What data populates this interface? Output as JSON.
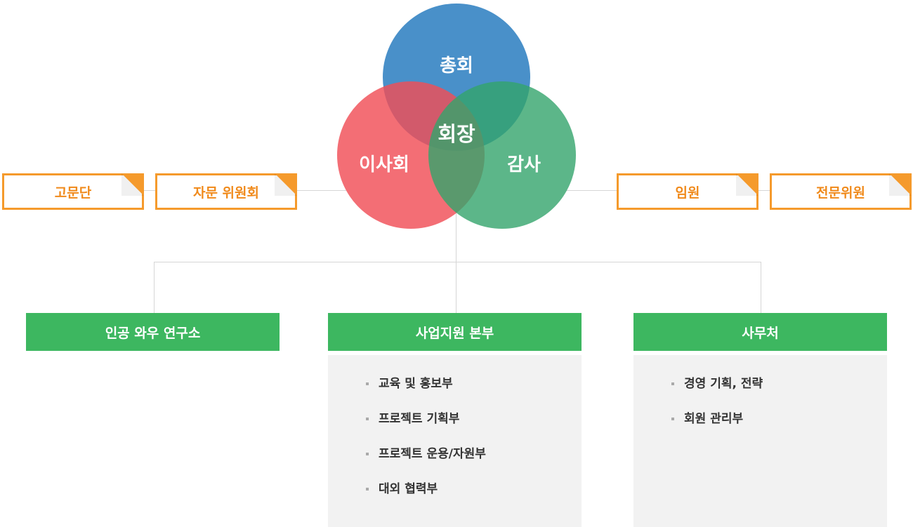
{
  "venn": {
    "top": {
      "label": "총회",
      "color": "#3a87c4"
    },
    "left": {
      "label": "이사회",
      "color": "#f04e57"
    },
    "right": {
      "label": "감사",
      "color": "#33a46c"
    },
    "center": {
      "label": "회장"
    }
  },
  "left_boxes": [
    "고문단",
    "자문 위원회"
  ],
  "right_boxes": [
    "임원",
    "전문위원"
  ],
  "departments": [
    {
      "name": "인공 와우 연구소",
      "items": []
    },
    {
      "name": "사업지원 본부",
      "items": [
        "교육 및 홍보부",
        "프로젝트 기획부",
        "프로젝트 운용/자원부",
        "대외 협력부"
      ]
    },
    {
      "name": "사무처",
      "items": [
        "경영 기획, 전략",
        "회원 관리부"
      ]
    }
  ],
  "colors": {
    "side_box_border": "#f59a2c",
    "side_box_text": "#f08a1b",
    "dept_header": "#3db760",
    "dept_panel": "#f2f2f2",
    "connector": "#d6d6d6"
  }
}
